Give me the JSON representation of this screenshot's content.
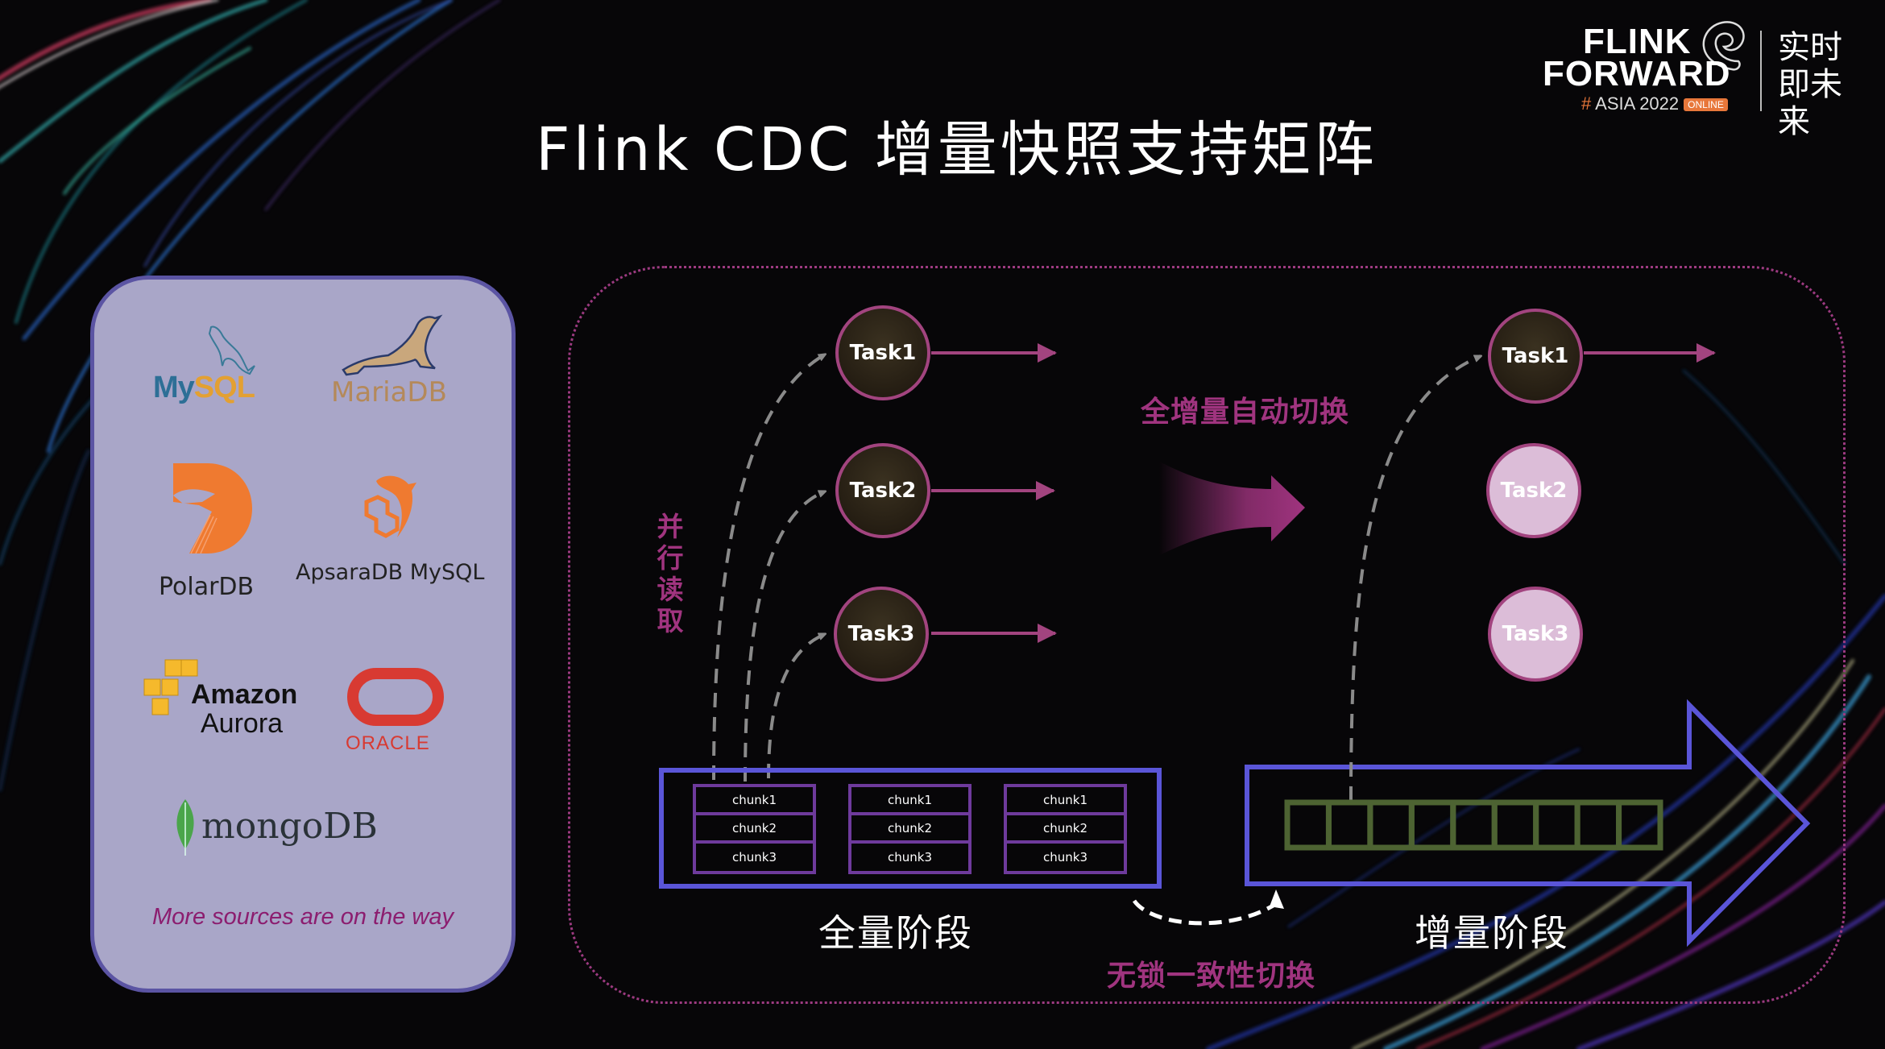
{
  "slide": {
    "title": "Flink CDC 增量快照支持矩阵"
  },
  "logo": {
    "line1": "FLINK",
    "line2": "FORWARD",
    "hash": "#",
    "event": "ASIA 2022",
    "badge": "ONLINE",
    "slogan": "实时即未来"
  },
  "sources": {
    "items": [
      {
        "name": "MySQL",
        "part1": "My",
        "part2": "SQL"
      },
      {
        "name": "MariaDB"
      },
      {
        "name": "PolarDB"
      },
      {
        "name": "ApsaraDB MySQL"
      },
      {
        "name": "Amazon Aurora",
        "line1": "Amazon",
        "line2": "Aurora"
      },
      {
        "name": "ORACLE"
      },
      {
        "name": "mongoDB"
      }
    ],
    "footer": "More sources are on the way"
  },
  "diagram": {
    "parallel_read_label": [
      "并",
      "行",
      "读",
      "取"
    ],
    "full_tasks": [
      "Task1",
      "Task2",
      "Task3"
    ],
    "incremental_tasks": [
      {
        "label": "Task1",
        "state": "active"
      },
      {
        "label": "Task2",
        "state": "idle"
      },
      {
        "label": "Task3",
        "state": "idle"
      }
    ],
    "auto_switch_label": "全增量自动切换",
    "full_stage_label": "全量阶段",
    "incremental_stage_label": "增量阶段",
    "lockfree_switch_label": "无锁一致性切换",
    "chunk_groups": [
      [
        "chunk1",
        "chunk2",
        "chunk3"
      ],
      [
        "chunk1",
        "chunk2",
        "chunk3"
      ],
      [
        "chunk1",
        "chunk2",
        "chunk3"
      ]
    ],
    "binlog_queue_cells": 9
  },
  "colors": {
    "accent_pink": "#a0347f",
    "stage_blue": "#5a55d8",
    "chunk_purple": "#6e3a9c",
    "queue_green": "#4d6332",
    "panel_bg": "#a9a6c8"
  }
}
